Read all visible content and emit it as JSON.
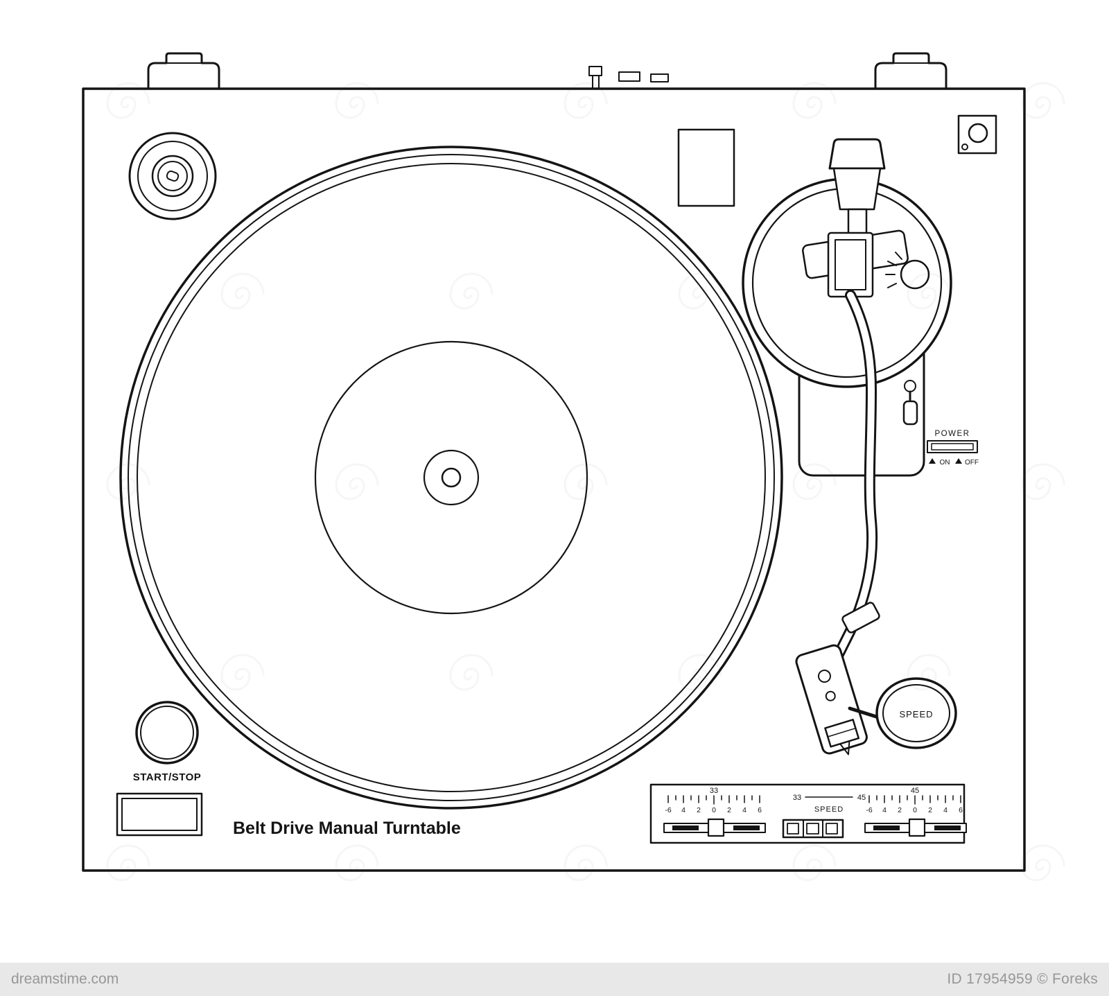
{
  "title": "Belt Drive Manual Turntable",
  "controls": {
    "start_stop_label": "START/STOP",
    "speed_button_label": "SPEED",
    "power": {
      "title": "POWER",
      "on": "ON",
      "off": "OFF"
    }
  },
  "pitch_panel": {
    "left_scale": {
      "speed": "33",
      "ticks": [
        "-6",
        "4",
        "2",
        "0",
        "2",
        "4",
        "6"
      ]
    },
    "center": {
      "left_speed": "33",
      "right_speed": "45",
      "label": "SPEED"
    },
    "right_scale": {
      "speed": "45",
      "ticks": [
        "-6",
        "4",
        "2",
        "0",
        "2",
        "4",
        "6"
      ]
    }
  },
  "watermark": {
    "site": "dreamstime.com",
    "credit": "ID 17954959 © Foreks"
  }
}
